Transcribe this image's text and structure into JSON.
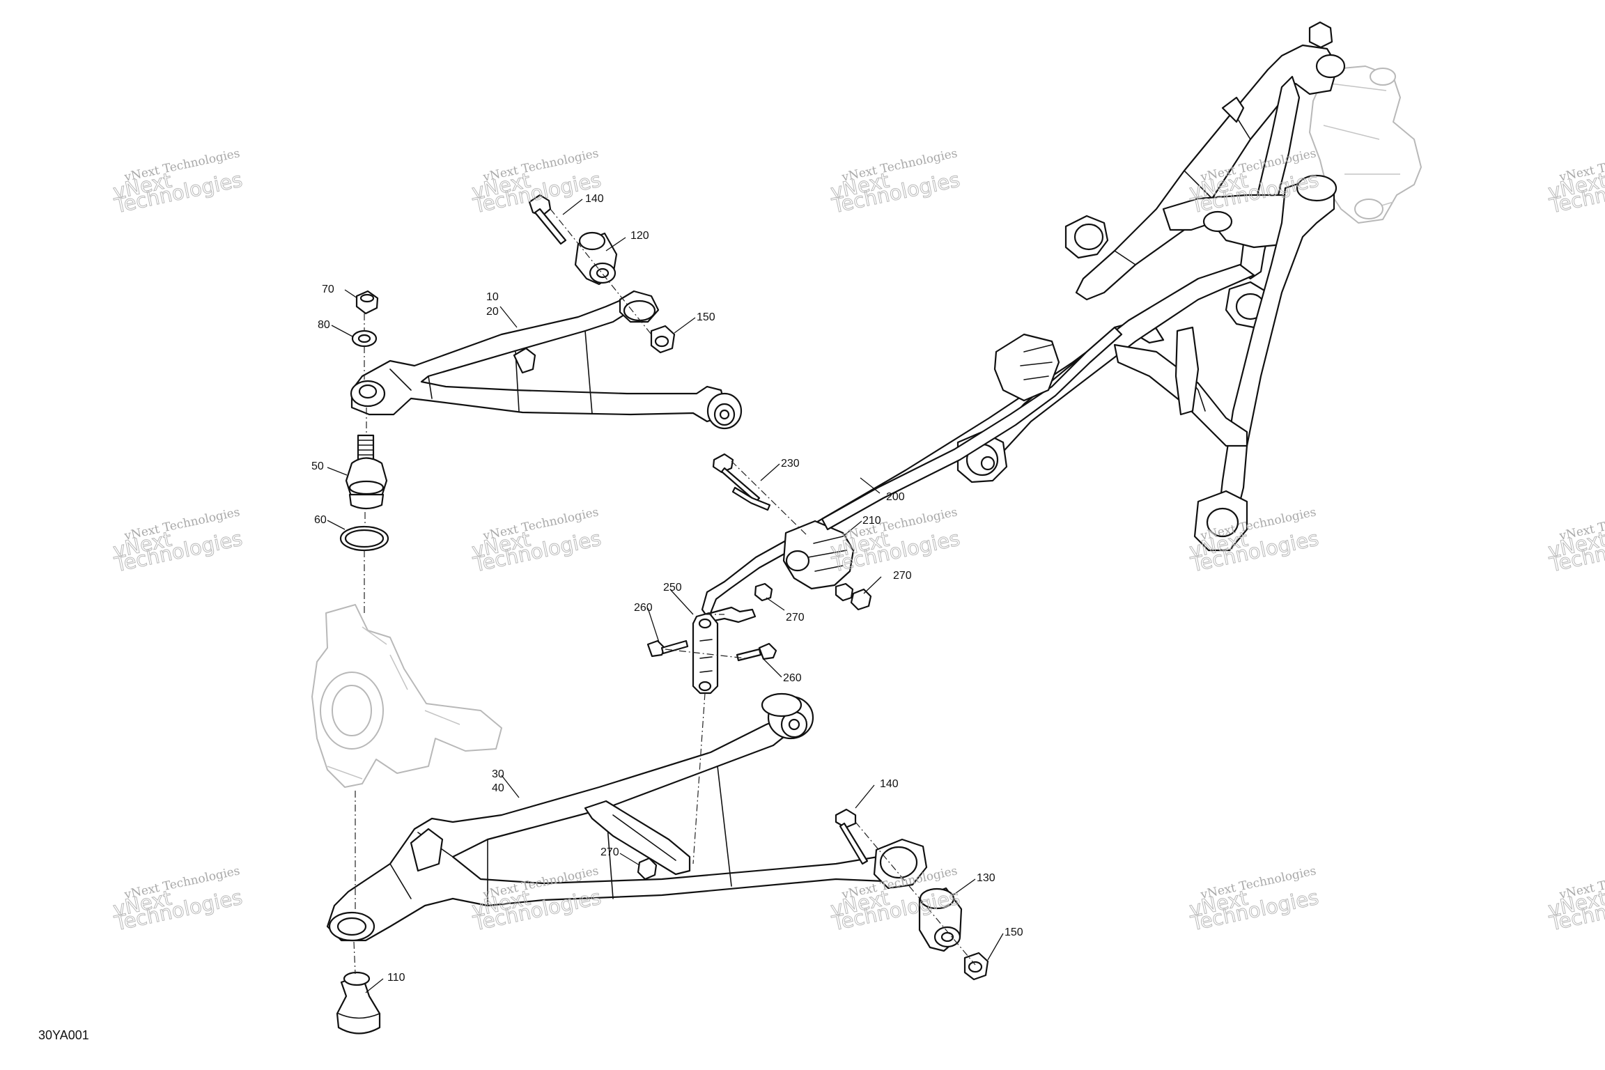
{
  "figure_id": "30YA001",
  "watermark": {
    "line1": "vNext Technologies",
    "line2": "vNext\nTechnologies"
  },
  "callouts": [
    "140",
    "120",
    "70",
    "10",
    "20",
    "80",
    "150",
    "50",
    "60",
    "230",
    "200",
    "210",
    "270",
    "250",
    "260",
    "30",
    "40",
    "130",
    "110"
  ],
  "colors": {
    "line": "#111111",
    "ghost_part": "#b8b8b8",
    "watermark": "#a9a9a9"
  }
}
